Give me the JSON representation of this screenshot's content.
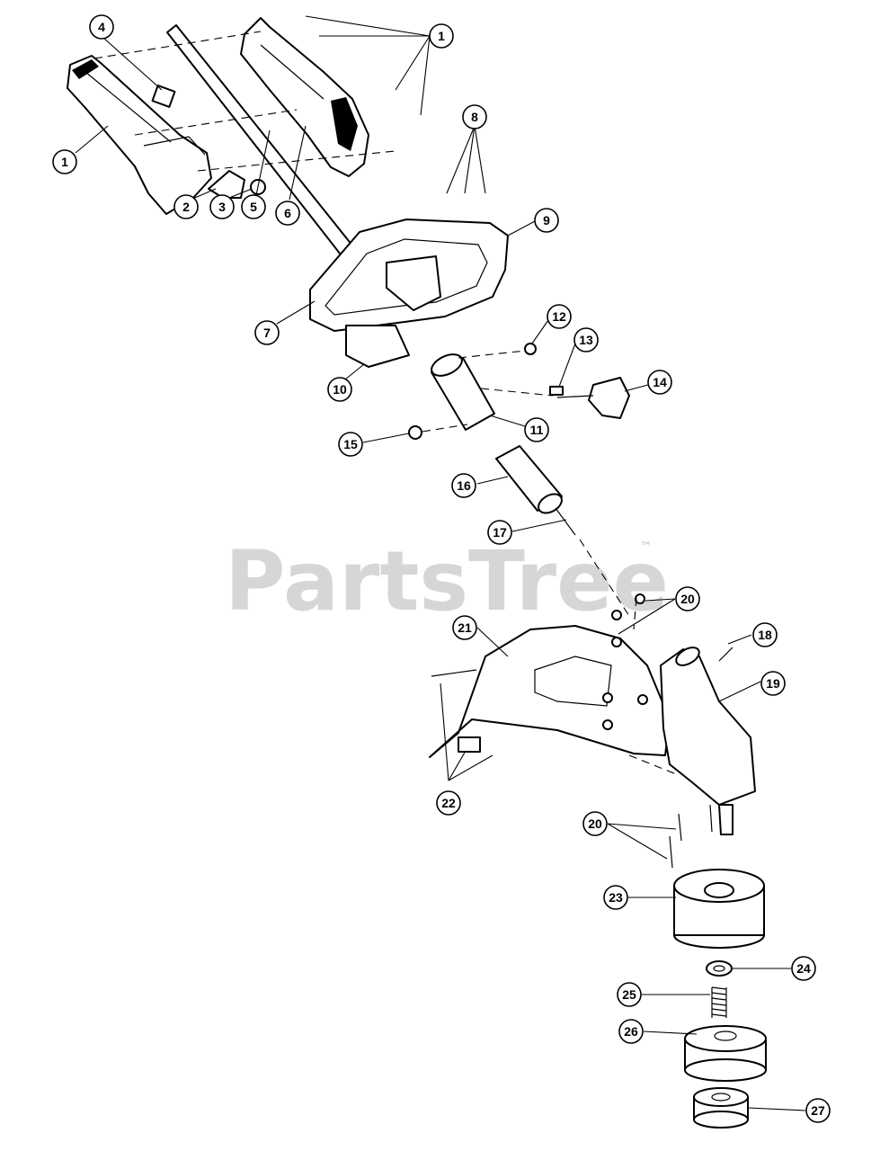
{
  "watermark": {
    "brand": "PartsTree",
    "mark": "™"
  },
  "callouts": [
    {
      "id": "c1a",
      "label": "1"
    },
    {
      "id": "c1b",
      "label": "1"
    },
    {
      "id": "c2",
      "label": "2"
    },
    {
      "id": "c3",
      "label": "3"
    },
    {
      "id": "c4",
      "label": "4"
    },
    {
      "id": "c5",
      "label": "5"
    },
    {
      "id": "c6",
      "label": "6"
    },
    {
      "id": "c7",
      "label": "7"
    },
    {
      "id": "c8",
      "label": "8"
    },
    {
      "id": "c9",
      "label": "9"
    },
    {
      "id": "c10",
      "label": "10"
    },
    {
      "id": "c11",
      "label": "11"
    },
    {
      "id": "c12",
      "label": "12"
    },
    {
      "id": "c13",
      "label": "13"
    },
    {
      "id": "c14",
      "label": "14"
    },
    {
      "id": "c15",
      "label": "15"
    },
    {
      "id": "c16",
      "label": "16"
    },
    {
      "id": "c17",
      "label": "17"
    },
    {
      "id": "c18",
      "label": "18"
    },
    {
      "id": "c19",
      "label": "19"
    },
    {
      "id": "c20a",
      "label": "20"
    },
    {
      "id": "c20b",
      "label": "20"
    },
    {
      "id": "c21",
      "label": "21"
    },
    {
      "id": "c22",
      "label": "22"
    },
    {
      "id": "c23",
      "label": "23"
    },
    {
      "id": "c24",
      "label": "24"
    },
    {
      "id": "c25",
      "label": "25"
    },
    {
      "id": "c26",
      "label": "26"
    },
    {
      "id": "c27",
      "label": "27"
    }
  ]
}
